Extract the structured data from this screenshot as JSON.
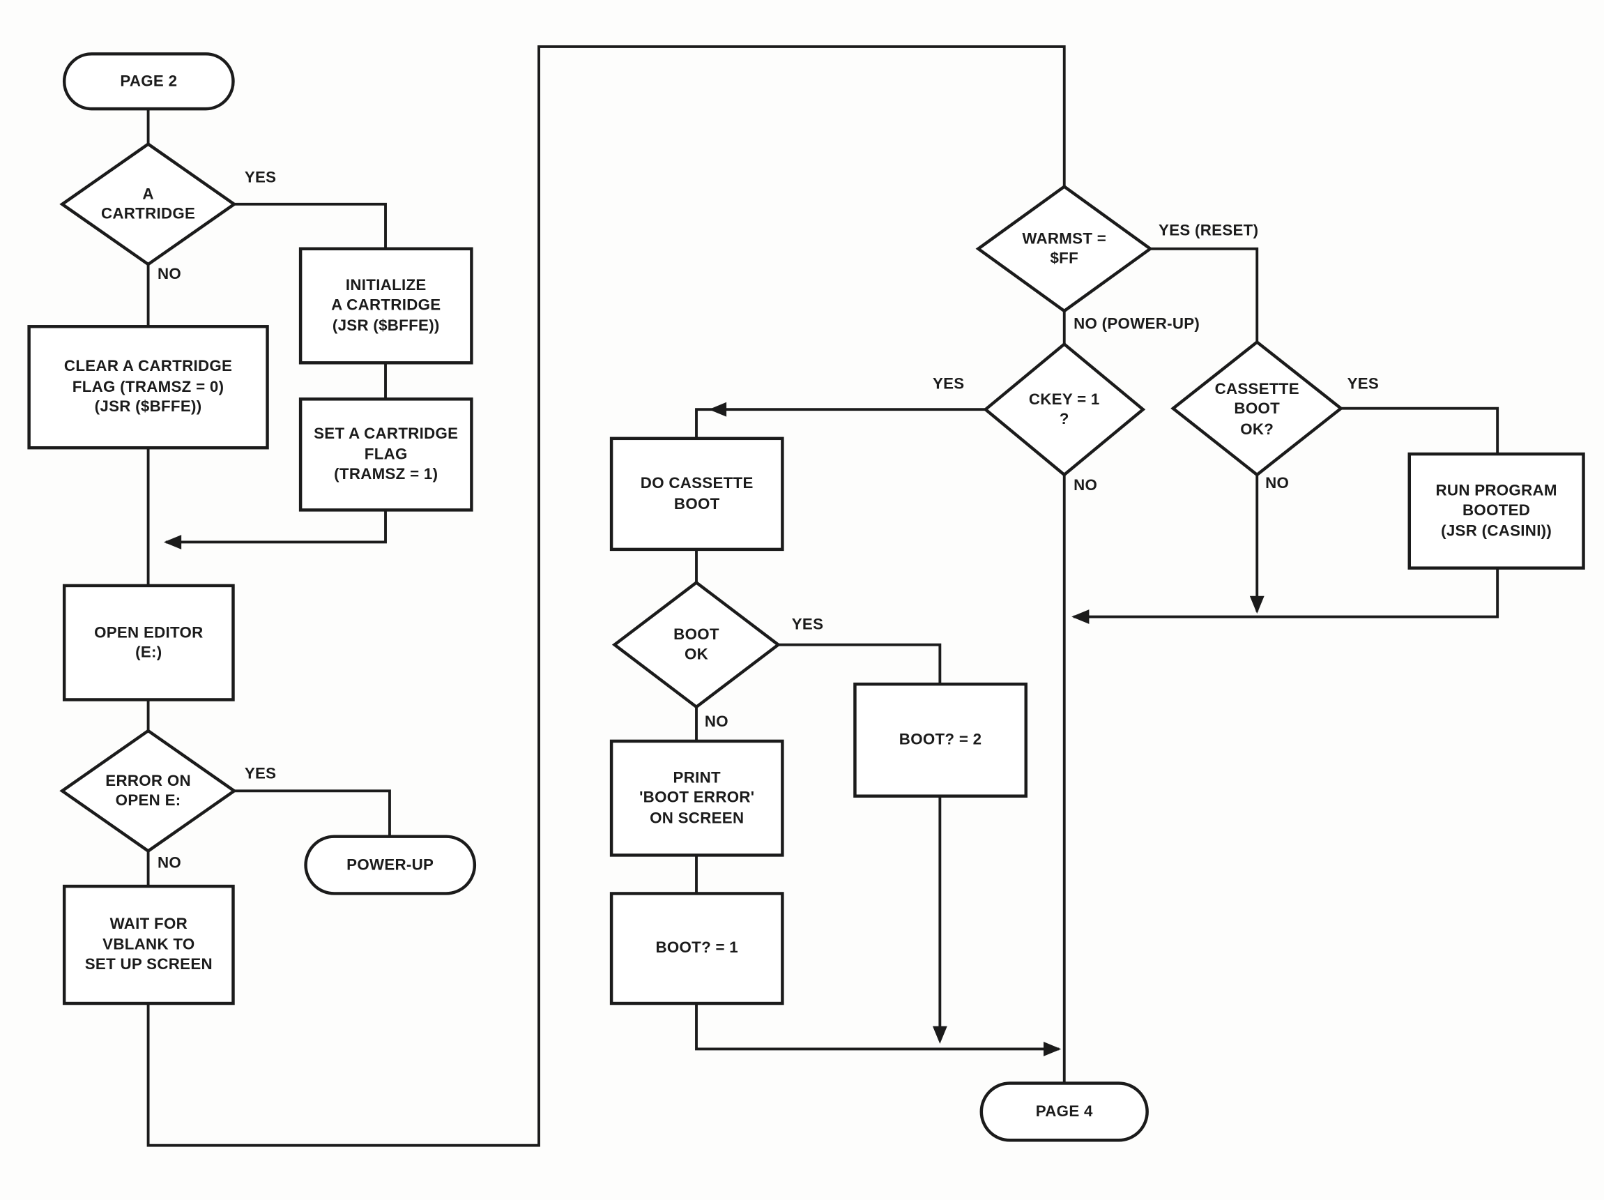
{
  "diagram": {
    "type": "flowchart",
    "nodes": {
      "page2": {
        "type": "terminator",
        "label": "PAGE 2"
      },
      "a_cartridge": {
        "type": "decision",
        "label": "A\nCARTRIDGE"
      },
      "init_cartridge": {
        "type": "process",
        "label": "INITIALIZE\nA CARTRIDGE\n(JSR ($BFFE))"
      },
      "clear_flag": {
        "type": "process",
        "label": "CLEAR A CARTRIDGE\nFLAG (TRAMSZ = 0)\n(JSR ($BFFE))"
      },
      "set_flag": {
        "type": "process",
        "label": "SET A CARTRIDGE\nFLAG\n(TRAMSZ = 1)"
      },
      "open_editor": {
        "type": "process",
        "label": "OPEN EDITOR\n(E:)"
      },
      "error_open": {
        "type": "decision",
        "label": "ERROR ON\nOPEN E:"
      },
      "power_up": {
        "type": "terminator",
        "label": "POWER-UP"
      },
      "wait_vblank": {
        "type": "process",
        "label": "WAIT FOR\nVBLANK TO\nSET UP SCREEN"
      },
      "warmst": {
        "type": "decision",
        "label": "WARMST =\n$FF"
      },
      "ckey": {
        "type": "decision",
        "label": "CKEY = 1\n?"
      },
      "cassette_boot": {
        "type": "decision",
        "label": "CASSETTE\nBOOT\nOK?"
      },
      "run_program": {
        "type": "process",
        "label": "RUN PROGRAM\nBOOTED\n(JSR (CASINI))"
      },
      "do_cassette": {
        "type": "process",
        "label": "DO CASSETTE\nBOOT"
      },
      "boot_ok": {
        "type": "decision",
        "label": "BOOT\nOK"
      },
      "boot_2": {
        "type": "process",
        "label": "BOOT? = 2"
      },
      "print_error": {
        "type": "process",
        "label": "PRINT\n'BOOT ERROR'\nON SCREEN"
      },
      "boot_1": {
        "type": "process",
        "label": "BOOT? = 1"
      },
      "page4": {
        "type": "terminator",
        "label": "PAGE 4"
      }
    },
    "edges": {
      "cartridge_yes": "YES",
      "cartridge_no": "NO",
      "error_yes": "YES",
      "error_no": "NO",
      "warmst_yes": "YES (RESET)",
      "warmst_no": "NO (POWER-UP)",
      "ckey_yes": "YES",
      "ckey_no": "NO",
      "cassette_yes": "YES",
      "cassette_no": "NO",
      "boot_yes": "YES",
      "boot_no": "NO"
    },
    "colors": {
      "ink": "#1b1b1b",
      "paper": "#ffffff"
    }
  }
}
